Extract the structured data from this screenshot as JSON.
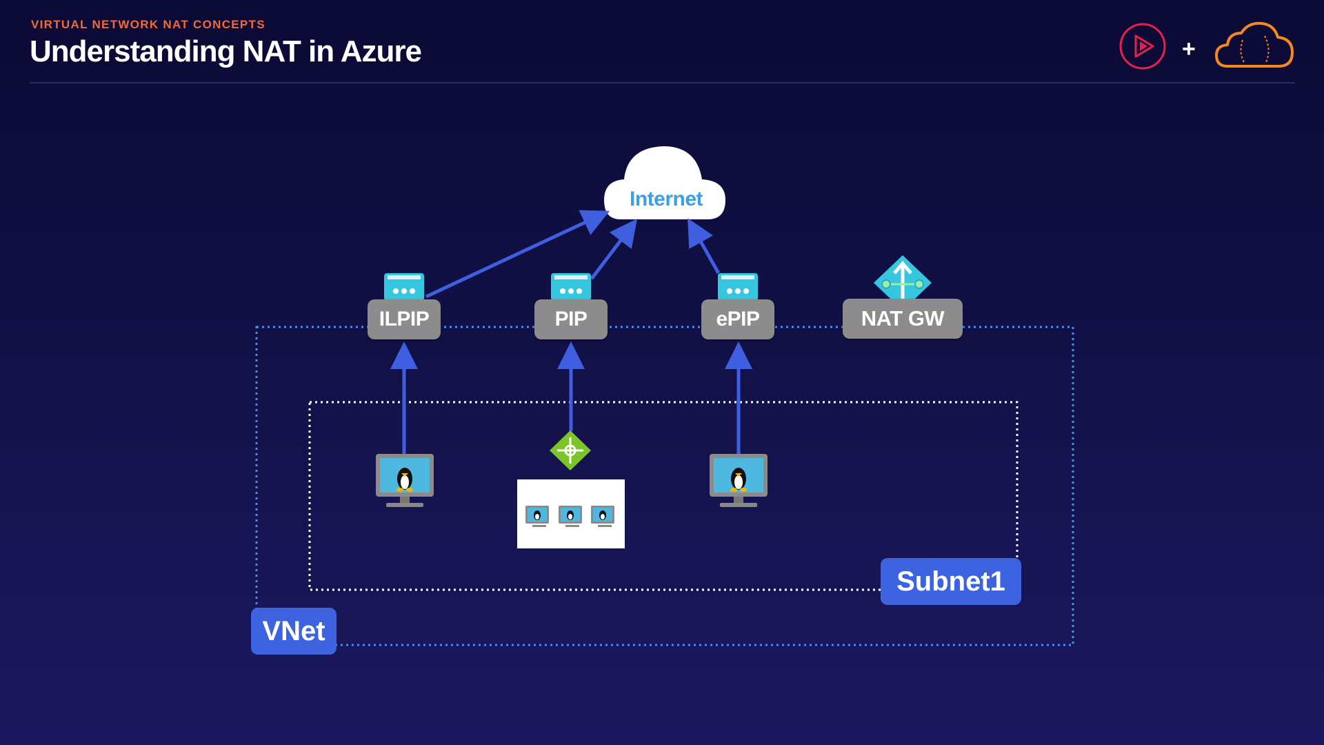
{
  "header": {
    "kicker": "VIRTUAL NETWORK NAT CONCEPTS",
    "title": "Understanding NAT in Azure",
    "plus": "+"
  },
  "logos": {
    "left": "pluralsight-play-logo",
    "right": "cloud-academy-cloud-logo"
  },
  "diagram": {
    "internet_label": "Internet",
    "ip_nodes": [
      {
        "label": "ILPIP",
        "icon": "public-ip-icon"
      },
      {
        "label": "PIP",
        "icon": "public-ip-icon"
      },
      {
        "label": "ePIP",
        "icon": "public-ip-icon"
      }
    ],
    "nat_gateway_label": "NAT GW",
    "subnet_label": "Subnet1",
    "vnet_label": "VNet"
  },
  "colors": {
    "accent_orange": "#f26b3a",
    "arrow_blue": "#3f5fe0",
    "tag_blue": "#3e63e0",
    "node_gray": "#8c8c8c",
    "vnet_border": "#4e8fe8",
    "subnet_border": "#ffffff",
    "ip_icon_teal": "#37c6e0",
    "lb_green": "#7cc528"
  }
}
